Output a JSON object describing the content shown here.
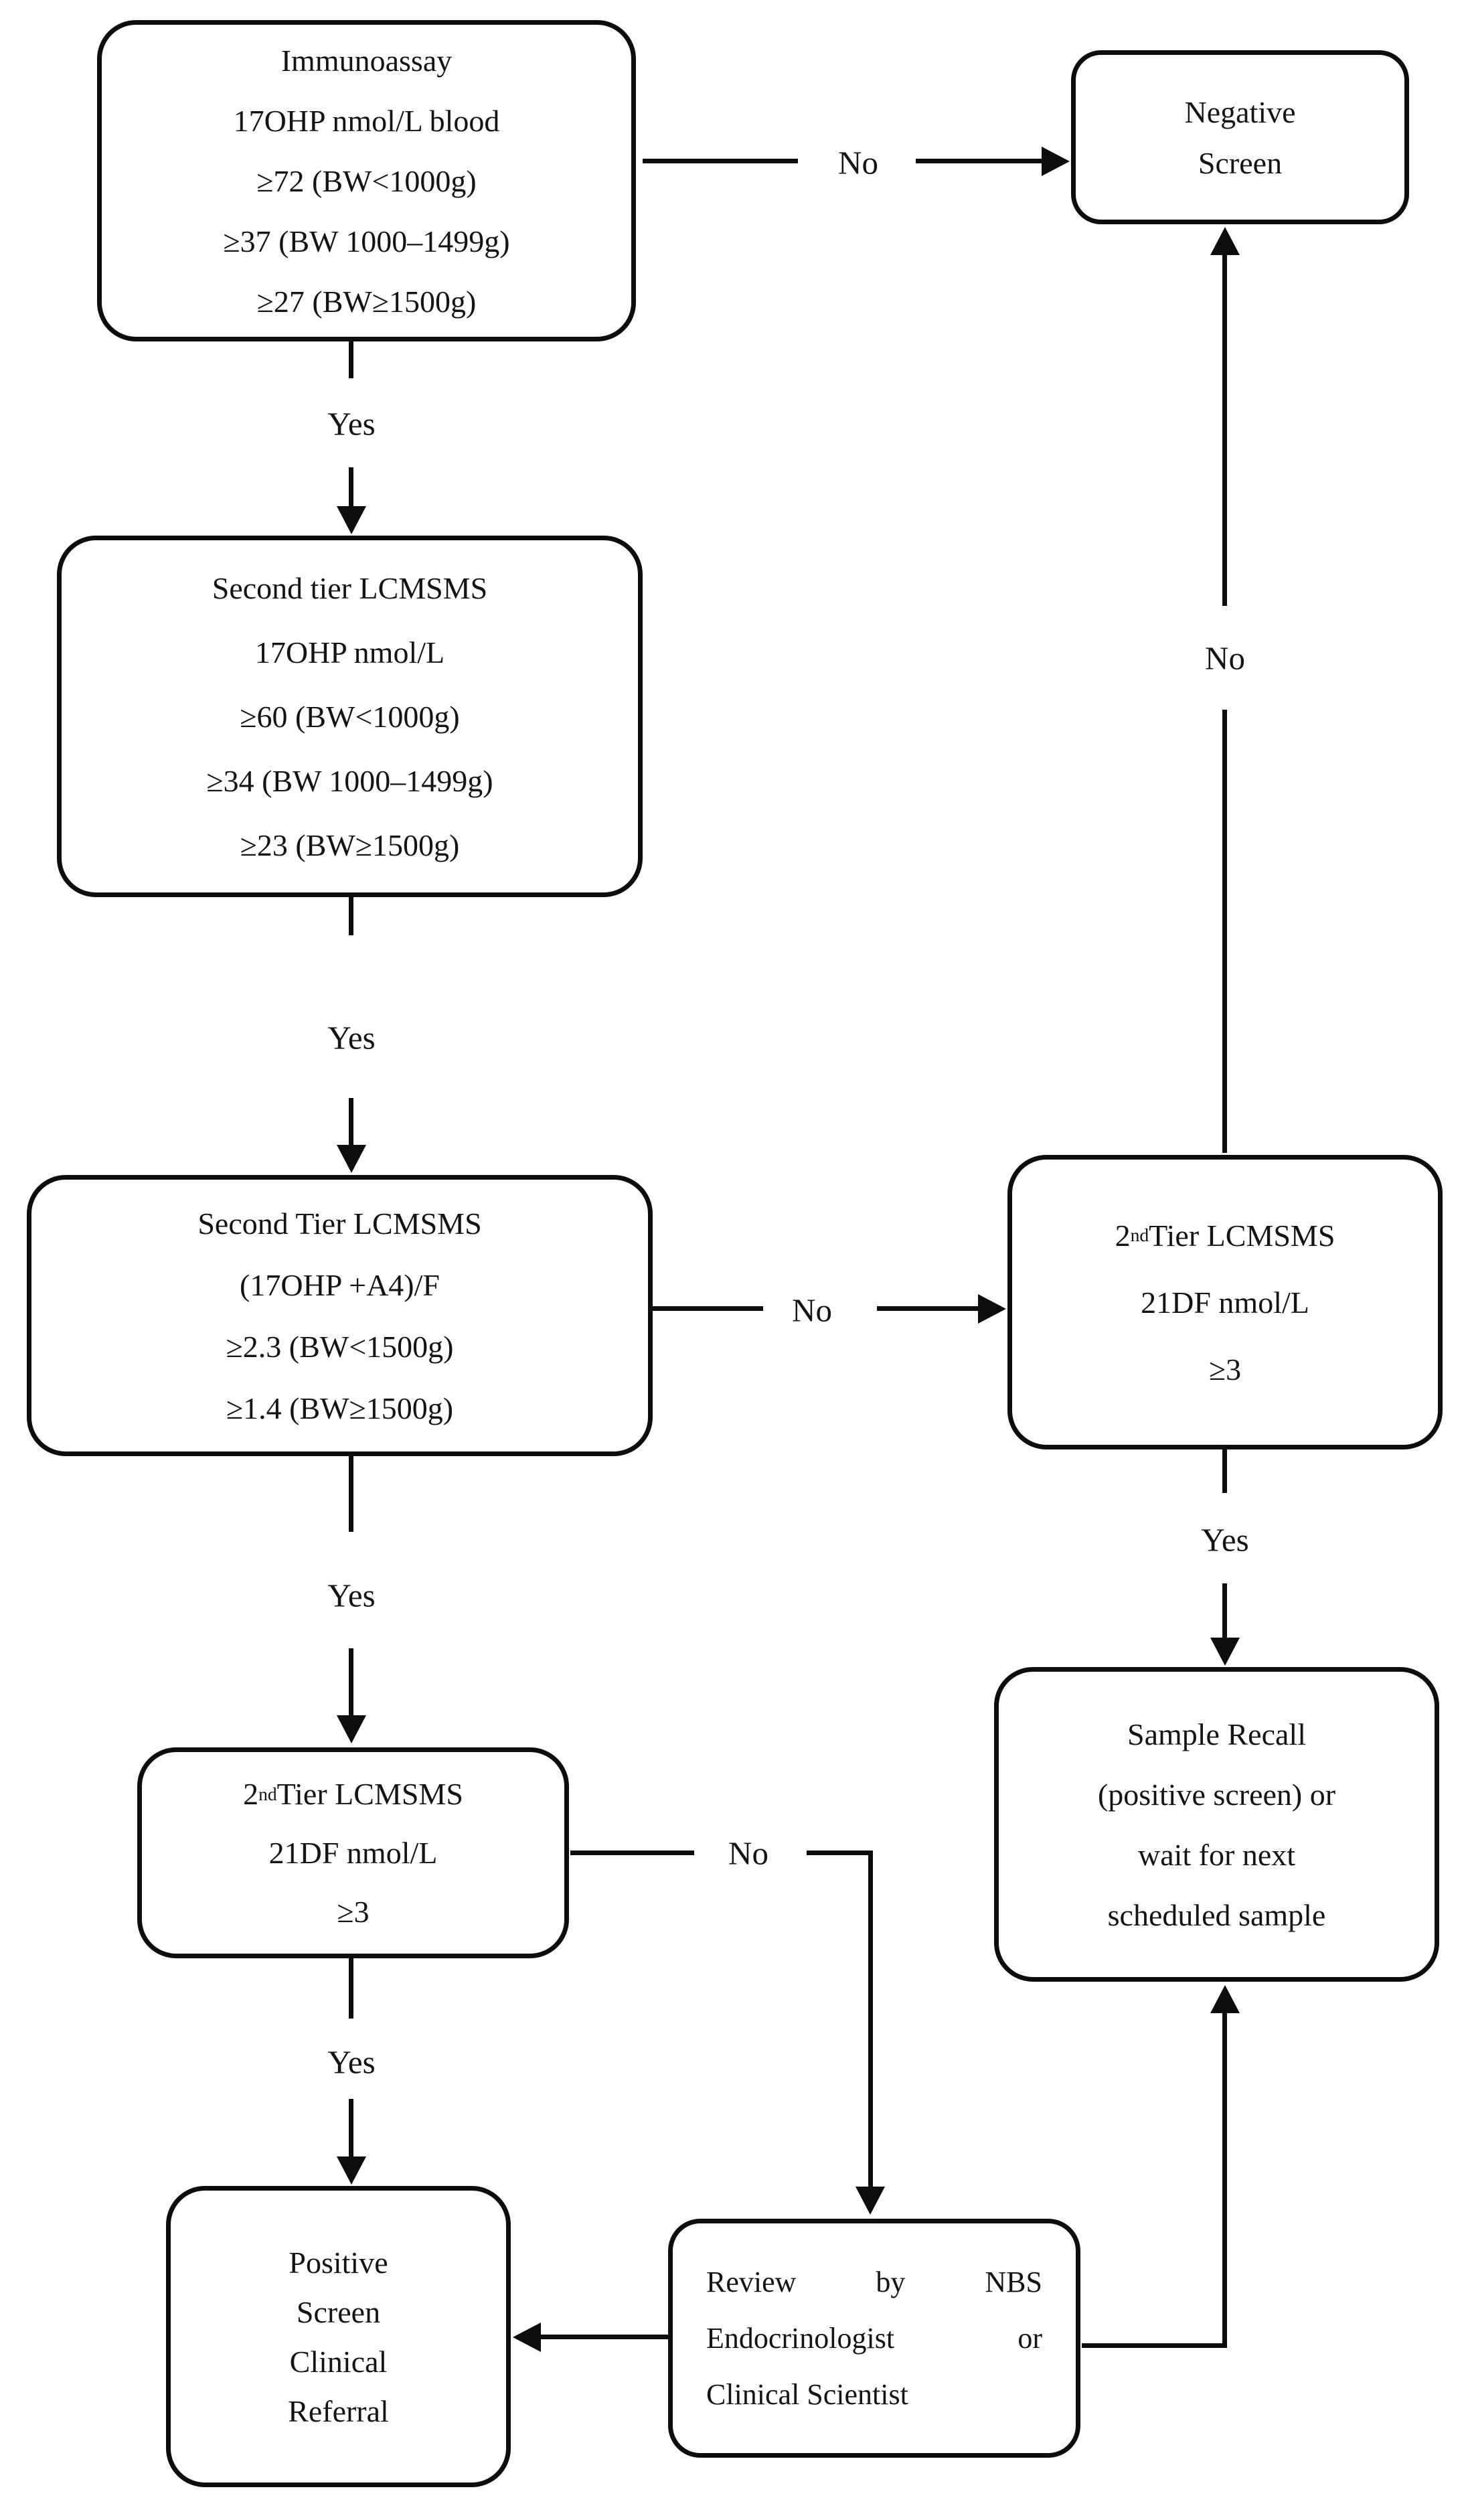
{
  "figure": {
    "background": "#ffffff",
    "stroke_color": "#0d0d0d",
    "text_color": "#141414"
  },
  "nodes": {
    "immunoassay": {
      "lines": [
        "Immunoassay",
        "17OHP nmol/L blood",
        "≥72 (BW<1000g)",
        "≥37 (BW 1000–1499g)",
        "≥27 (BW≥1500g)"
      ]
    },
    "negative_screen": {
      "lines": [
        "Negative",
        "Screen"
      ]
    },
    "second_tier_lcmsms": {
      "lines": [
        "Second tier LCMSMS",
        "17OHP nmol/L",
        "≥60 (BW<1000g)",
        "≥34 (BW 1000–1499g)",
        "≥23 (BW≥1500g)"
      ]
    },
    "second_tier_ratio": {
      "lines": [
        "Second Tier LCMSMS",
        "(17OHP +A4)/F",
        "≥2.3 (BW<1500g)",
        "≥1.4 (BW≥1500g)"
      ]
    },
    "right_21df": {
      "line1_pre": "2",
      "line1_sup": "nd",
      "line1_post": " Tier LCMSMS",
      "line2": "21DF nmol/L",
      "line3": "≥3"
    },
    "left_21df": {
      "line1_pre": "2",
      "line1_sup": "nd",
      "line1_post": " Tier LCMSMS",
      "line2": "21DF nmol/L",
      "line3": "≥3"
    },
    "sample_recall": {
      "lines": [
        "Sample Recall",
        "(positive screen) or",
        "wait for next",
        "scheduled sample"
      ]
    },
    "positive_screen": {
      "lines": [
        "Positive",
        "Screen",
        "Clinical",
        "Referral"
      ]
    },
    "review": {
      "line1_words": [
        "Review",
        "by",
        "NBS"
      ],
      "line2_words": [
        "Endocrinologist",
        "or"
      ],
      "line3": "Clinical Scientist"
    }
  },
  "edge_labels": {
    "immunoassay_to_negative": "No",
    "immunoassay_to_second_tier": "Yes",
    "second_tier_to_ratio": "Yes",
    "ratio_to_right_21df": "No",
    "right_21df_to_negative": "No",
    "right_21df_to_sample_recall": "Yes",
    "ratio_to_left_21df": "Yes",
    "left_21df_to_review": "No",
    "left_21df_to_positive": "Yes"
  }
}
